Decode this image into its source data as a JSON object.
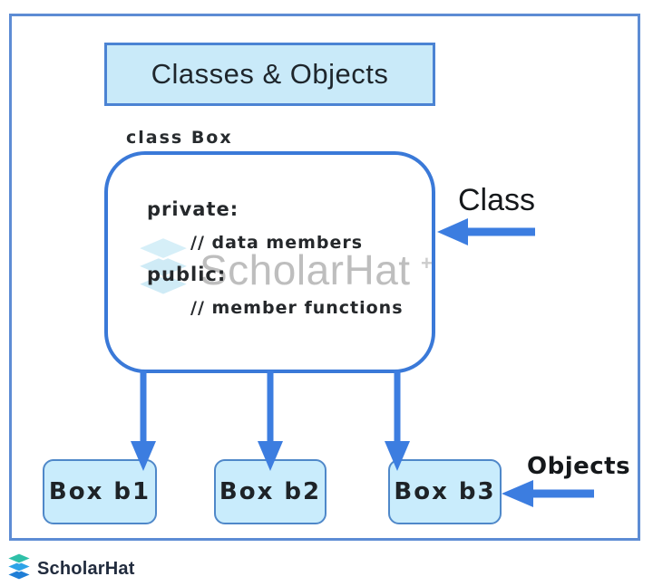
{
  "header": {
    "title": "Classes & Objects"
  },
  "class_diagram": {
    "declaration": "class Box",
    "sections": {
      "private_label": "private:",
      "private_comment": "// data members",
      "public_label": "public:",
      "public_comment": "// member functions"
    },
    "annotation": "Class"
  },
  "objects_row": {
    "annotation": "Objects",
    "boxes": [
      {
        "label": "Box b1"
      },
      {
        "label": "Box b2"
      },
      {
        "label": "Box b3"
      }
    ]
  },
  "watermark": {
    "text": "ScholarHat",
    "plus": "+"
  },
  "brand": {
    "name": "ScholarHat"
  },
  "colors": {
    "frame_border": "#5d8cd4",
    "title_fill": "#c9eaf9",
    "title_border": "#4b83d3",
    "class_box_border": "#3a79d8",
    "object_box_fill": "#c9ecfc",
    "object_box_border": "#4f88c9",
    "arrow": "#3c7de0",
    "watermark_gray": "#8a8a8a",
    "brand_teal": "#2fc0a8",
    "brand_blue_mid": "#2da3e8",
    "brand_blue_deep": "#1f7ed6"
  }
}
